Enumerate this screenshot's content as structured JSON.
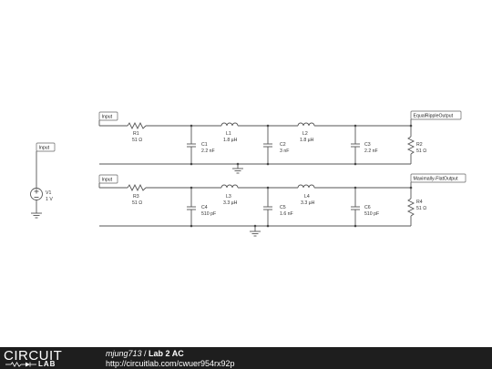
{
  "tags": {
    "top_input": "Input",
    "bottom_input": "Input",
    "source_input": "Input",
    "top_output": "EqualRippleOutput",
    "bottom_output": "Maximally-FlatOutput"
  },
  "components": {
    "R1": {
      "name": "R1",
      "value": "51 Ω"
    },
    "L1": {
      "name": "L1",
      "value": "1.8 µH"
    },
    "L2": {
      "name": "L2",
      "value": "1.8 µH"
    },
    "C1": {
      "name": "C1",
      "value": "2.2 nF"
    },
    "C2": {
      "name": "C2",
      "value": "3 nF"
    },
    "C3": {
      "name": "C3",
      "value": "2.2 nF"
    },
    "R2": {
      "name": "R2",
      "value": "51 Ω"
    },
    "R3": {
      "name": "R3",
      "value": "51 Ω"
    },
    "L3": {
      "name": "L3",
      "value": "3.3 µH"
    },
    "L4": {
      "name": "L4",
      "value": "3.3 µH"
    },
    "C4": {
      "name": "C4",
      "value": "510 pF"
    },
    "C5": {
      "name": "C5",
      "value": "1.6 nF"
    },
    "C6": {
      "name": "C6",
      "value": "510 pF"
    },
    "R4": {
      "name": "R4",
      "value": "51 Ω"
    },
    "V1": {
      "name": "V1",
      "value": "1 V"
    }
  },
  "footer": {
    "logo_top": "CIRCUIT",
    "logo_bottom": "LAB",
    "author": "mjung713",
    "separator": " / ",
    "title": "Lab 2 AC",
    "url": "http://circuitlab.com/cwuer954rx92p"
  }
}
